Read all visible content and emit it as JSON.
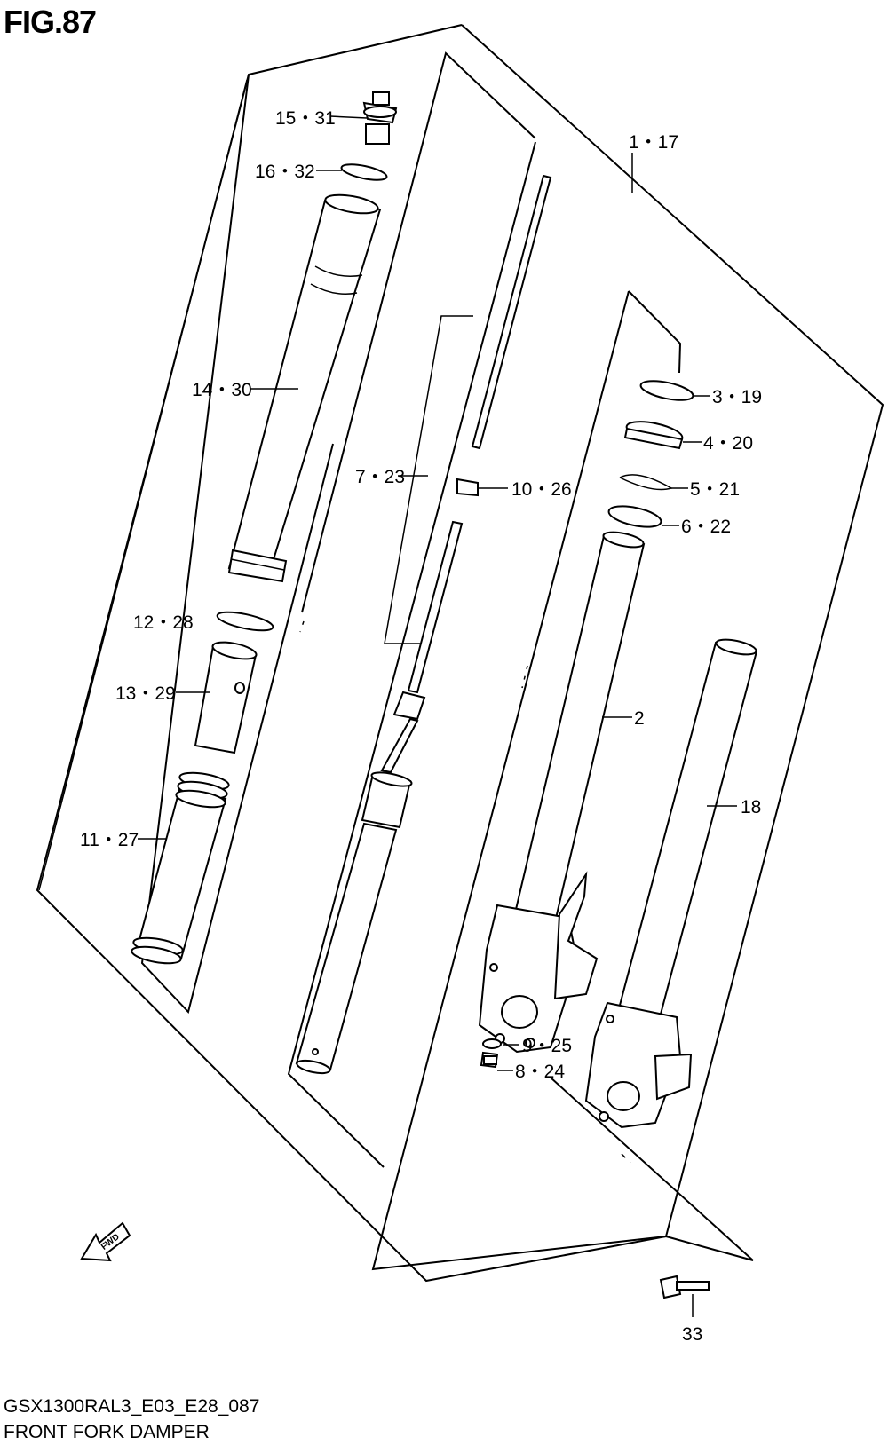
{
  "figure": {
    "title": "FIG.87",
    "code": "GSX1300RAL3_E03_E28_087",
    "name": "FRONT FORK DAMPER"
  },
  "labels": {
    "l1_17": "1・17",
    "l2": "2",
    "l3_19": "3・19",
    "l4_20": "4・20",
    "l5_21": "5・21",
    "l6_22": "6・22",
    "l7_23": "7・23",
    "l8_24": "8・24",
    "l9_25": "9・25",
    "l10_26": "10・26",
    "l11_27": "11・27",
    "l12_28": "12・28",
    "l13_29": "13・29",
    "l14_30": "14・30",
    "l15_31": "15・31",
    "l16_32": "16・32",
    "l18": "18",
    "l33": "33"
  },
  "fwd_badge": "FWD"
}
